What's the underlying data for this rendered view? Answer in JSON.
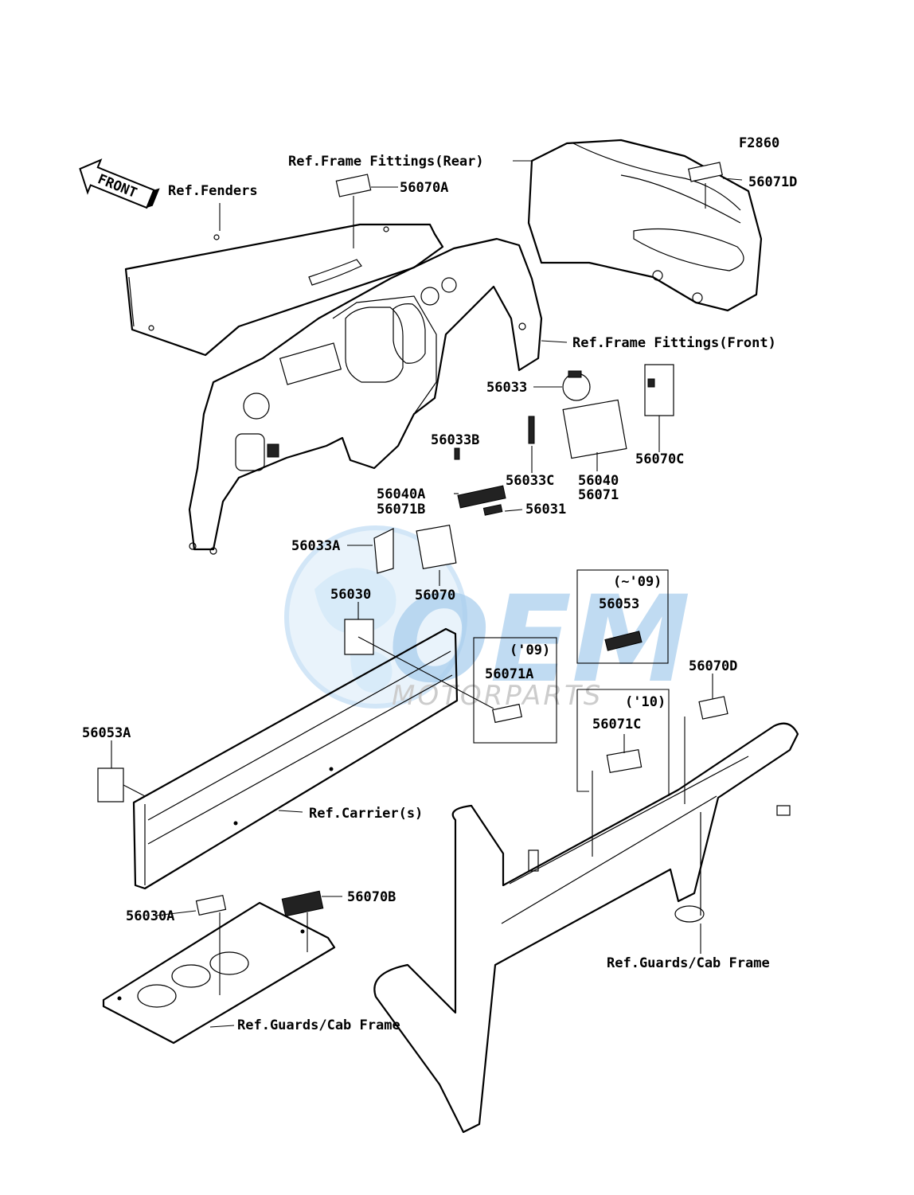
{
  "figure_code": "F2860",
  "front_arrow_label": "FRONT",
  "watermark": {
    "text_main": "OEM",
    "text_sub": "MOTORPARTS",
    "color_blue": "#3b8fd6",
    "color_gray": "#8f8f8f"
  },
  "refs": {
    "fenders": "Ref.Fenders",
    "frame_rear": "Ref.Frame Fittings(Rear)",
    "frame_front": "Ref.Frame Fittings(Front)",
    "carrier": "Ref.Carrier(s)",
    "guards_right": "Ref.Guards/Cab Frame",
    "guards_bottom": "Ref.Guards/Cab Frame"
  },
  "parts": {
    "p56070A": "56070A",
    "p56071D": "56071D",
    "p56033": "56033",
    "p56033B": "56033B",
    "p56033C": "56033C",
    "p56040": "56040",
    "p56071": "56071",
    "p56070C": "56070C",
    "p56040A": "56040A",
    "p56071B": "56071B",
    "p56031": "56031",
    "p56033A": "56033A",
    "p56030": "56030",
    "p56070": "56070",
    "p56053": "56053",
    "p56071A": "56071A",
    "p56070D": "56070D",
    "p56071C": "56071C",
    "p56053A": "56053A",
    "p56030A": "56030A",
    "p56070B": "56070B"
  },
  "year_notes": {
    "upto09": "(~'09)",
    "y09": "('09)",
    "y10": "('10)"
  }
}
